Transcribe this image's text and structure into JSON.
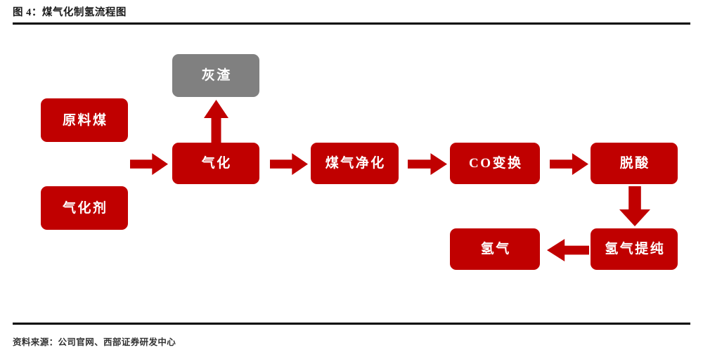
{
  "header": {
    "figure_title": "图 4：煤气化制氢流程图"
  },
  "footer": {
    "source_note": "资料来源：公司官网、西部证券研发中心"
  },
  "diagram": {
    "type": "process-flowchart",
    "colors": {
      "primary_red": "#C00000",
      "byproduct_gray": "#808080",
      "node_text": "#FFFFFF",
      "rule": "#000000",
      "background": "#FFFFFF"
    },
    "nodes": [
      {
        "id": "raw-coal",
        "label": "原料煤",
        "color": "red"
      },
      {
        "id": "gasifier-agent",
        "label": "气化剂",
        "color": "red"
      },
      {
        "id": "ash",
        "label": "灰渣",
        "color": "gray"
      },
      {
        "id": "gasification",
        "label": "气化",
        "color": "red"
      },
      {
        "id": "gas-purify",
        "label": "煤气净化",
        "color": "red"
      },
      {
        "id": "co-shift",
        "label": "CO变换",
        "color": "red"
      },
      {
        "id": "deacid",
        "label": "脱酸",
        "color": "red"
      },
      {
        "id": "h2-purify",
        "label": "氢气提纯",
        "color": "red"
      },
      {
        "id": "hydrogen",
        "label": "氢气",
        "color": "red"
      }
    ],
    "arrows": [
      {
        "id": "feed-to-gasification",
        "from": "raw-coal / gasifier-agent",
        "to": "gasification",
        "direction": "right"
      },
      {
        "id": "gasification-to-ash",
        "from": "gasification",
        "to": "ash",
        "direction": "up"
      },
      {
        "id": "gasification-to-gas",
        "from": "gasification",
        "to": "gas-purify",
        "direction": "right"
      },
      {
        "id": "gas-to-co",
        "from": "gas-purify",
        "to": "co-shift",
        "direction": "right"
      },
      {
        "id": "co-to-deacid",
        "from": "co-shift",
        "to": "deacid",
        "direction": "right"
      },
      {
        "id": "deacid-to-h2purify",
        "from": "deacid",
        "to": "h2-purify",
        "direction": "down"
      },
      {
        "id": "h2purify-to-hydrogen",
        "from": "h2-purify",
        "to": "hydrogen",
        "direction": "left"
      }
    ]
  }
}
